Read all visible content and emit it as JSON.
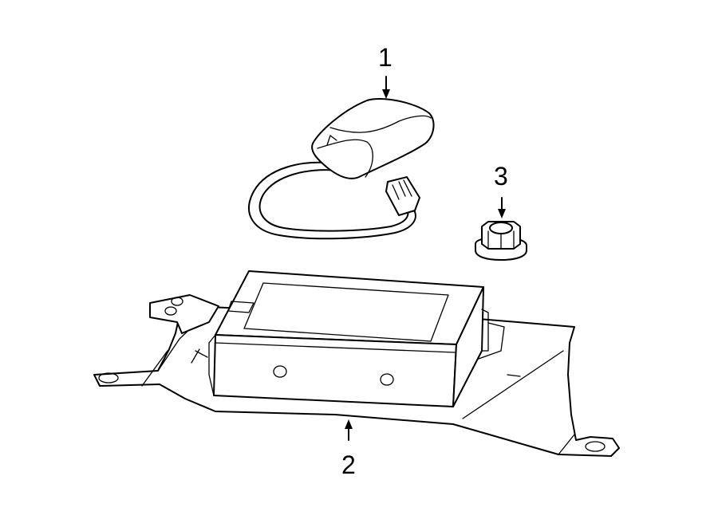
{
  "callouts": [
    {
      "id": "1",
      "label": "1",
      "part": "antenna"
    },
    {
      "id": "2",
      "label": "2",
      "part": "module-and-bracket"
    },
    {
      "id": "3",
      "label": "3",
      "part": "nut"
    }
  ],
  "colors": {
    "line": "#000000",
    "background": "#ffffff"
  }
}
